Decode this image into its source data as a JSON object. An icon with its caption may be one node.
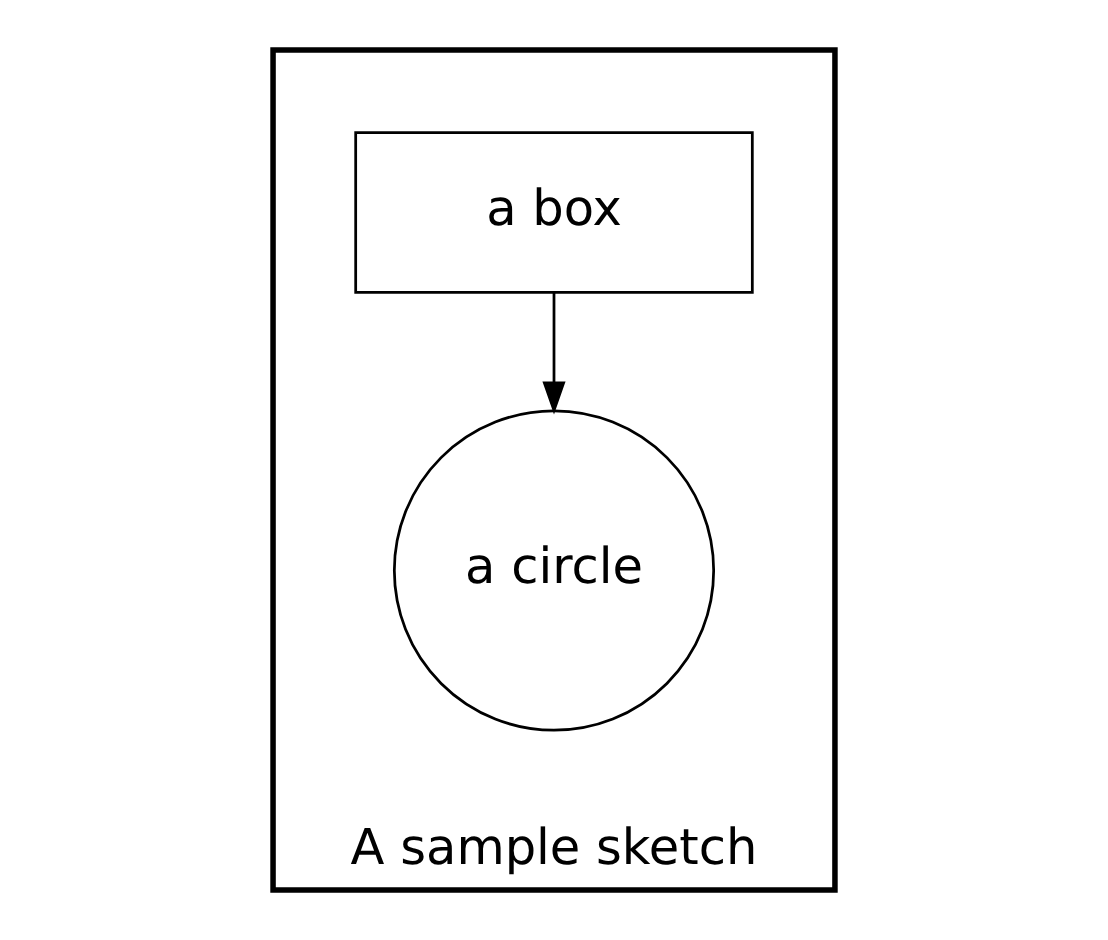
{
  "diagram": {
    "nodes": [
      {
        "text": [
          "A sample sketch"
        ]
      },
      {
        "text": [
          "a box"
        ],
        "in": 0
      },
      {
        "text": [
          "a circle"
        ],
        "in": 0
      }
    ],
    "edges": [
      {
        "from": 1,
        "to": 2,
        "arrow": "to"
      }
    ]
  }
}
